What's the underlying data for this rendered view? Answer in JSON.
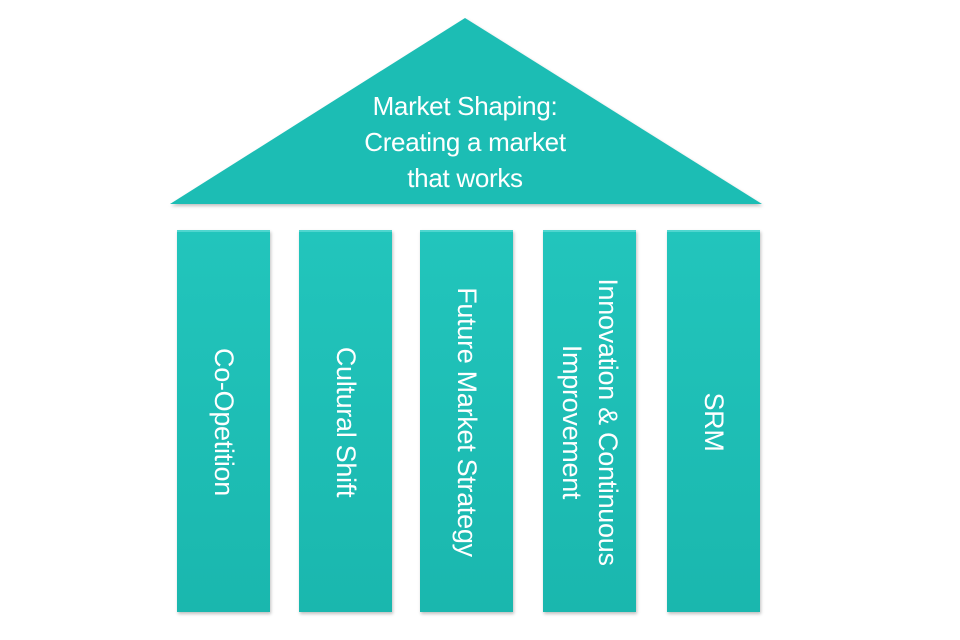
{
  "colors": {
    "fill": "#1dbdb4",
    "text": "#ffffff"
  },
  "roof": {
    "lines": [
      "Market Shaping:",
      "Creating a market",
      "that works"
    ]
  },
  "pillars": [
    {
      "lines": [
        "Co-Opetition"
      ]
    },
    {
      "lines": [
        "Cultural Shift"
      ]
    },
    {
      "lines": [
        "Future Market Strategy"
      ]
    },
    {
      "lines": [
        "Innovation & Continuous",
        "Improvement"
      ]
    },
    {
      "lines": [
        "SRM"
      ]
    }
  ]
}
